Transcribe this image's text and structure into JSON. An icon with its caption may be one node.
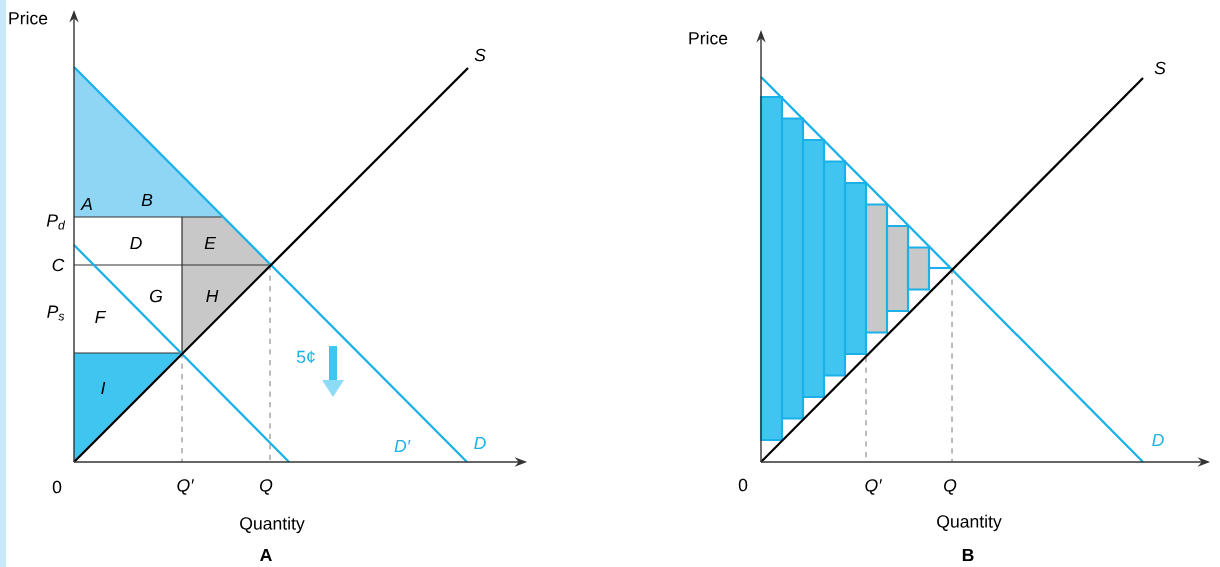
{
  "diagram": {
    "labels": [
      "Price",
      "S",
      "A",
      "B",
      "P$_{d}$",
      "D",
      "E",
      "C",
      "G",
      "H",
      "P$_{s}$",
      "F",
      "5¢",
      "I",
      "D′",
      "D",
      "0",
      "Q′",
      "Q",
      "Quantity",
      "A",
      "Price",
      "S",
      "D",
      "0",
      "Q′",
      "Q",
      "Quantity",
      "B"
    ]
  }
}
